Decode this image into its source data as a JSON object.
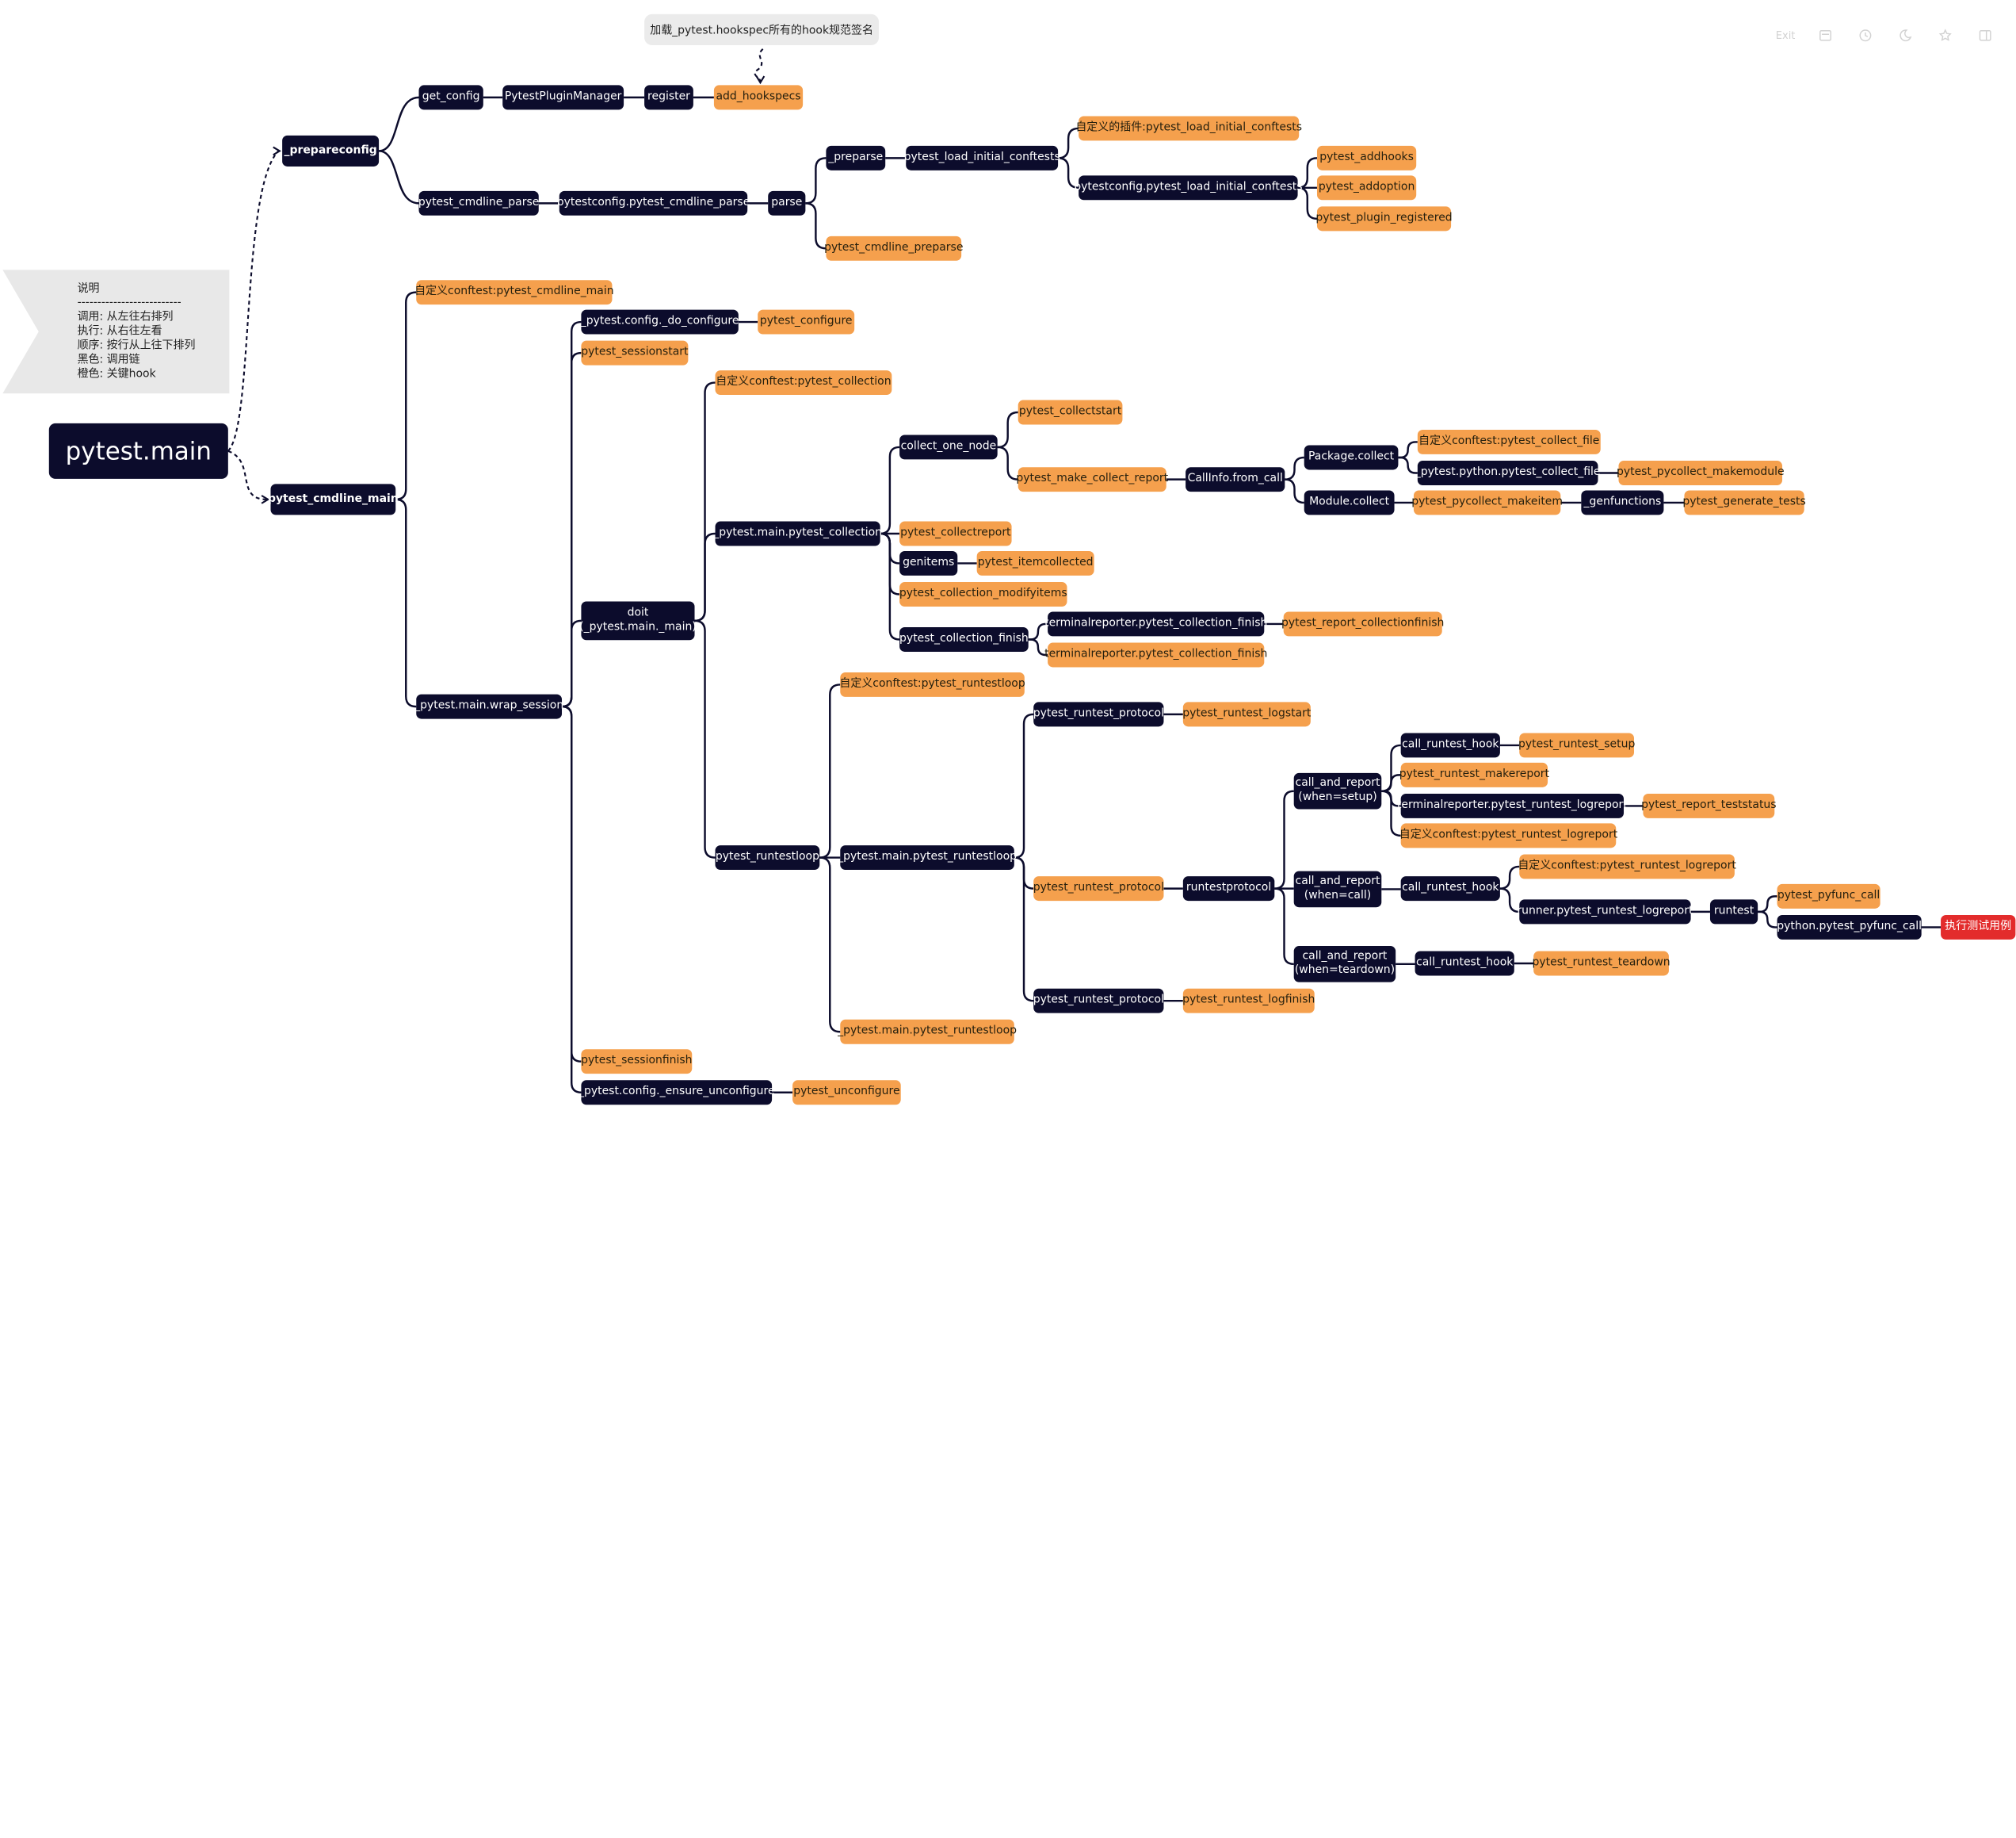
{
  "tooltip": "加载_pytest.hookspec所有的hook规范签名",
  "legend": {
    "title": "说明",
    "rule": "--------------------------",
    "lines": [
      "调用: 从左往右排列",
      "执行: 从右往左看",
      "顺序: 按行从上往下排列",
      "黑色: 调用链",
      "橙色: 关键hook"
    ]
  },
  "toolbar": {
    "exit_label": "Exit",
    "icons": [
      "outline-icon",
      "history-icon",
      "theme-icon",
      "star-icon",
      "panel-icon"
    ]
  },
  "colors": {
    "dark": "#0c0c2c",
    "orange": "#f5a04d",
    "red": "#e32c2c",
    "line": "#0c0c2c"
  },
  "nodes": {
    "root": "pytest.main",
    "prepareconfig": "_prepareconfig",
    "get_config": "get_config",
    "plugin_manager": "PytestPluginManager",
    "register": "register",
    "add_hookspecs": "add_hookspecs",
    "cmdline_parse": "pytest_cmdline_parse",
    "cfg_cmdline_parse": "pytestconfig.pytest_cmdline_parse",
    "parse": "parse",
    "preparse": "_preparse",
    "load_initial": "pytest_load_initial_conftests",
    "custom_plugin_load": "自定义的插件:pytest_load_initial_conftests",
    "cfg_load_initial": "pytestconfig.pytest_load_initial_conftests",
    "addhooks": "pytest_addhooks",
    "addoption": "pytest_addoption",
    "plugin_registered": "pytest_plugin_registered",
    "cmdline_preparse": "pytest_cmdline_preparse",
    "cmdline_main": "pytest_cmdline_main",
    "custom_cmdline_main": "自定义conftest:pytest_cmdline_main",
    "wrap_session": "_pytest.main.wrap_session",
    "do_configure": "_pytest.config._do_configure",
    "configure": "pytest_configure",
    "sessionstart": "pytest_sessionstart",
    "doit": "doit\n(_pytest.main._main)",
    "sessionfinish": "pytest_sessionfinish",
    "ensure_unconfigure": "_pytest.config._ensure_unconfigure",
    "unconfigure": "pytest_unconfigure",
    "custom_collection": "自定义conftest:pytest_collection",
    "main_collection": "_pytest.main.pytest_collection",
    "collect_one_node": "collect_one_node",
    "collectstart": "pytest_collectstart",
    "make_collect_report": "pytest_make_collect_report",
    "callinfo": "CallInfo.from_call",
    "package_collect": "Package.collect",
    "custom_collect_file": "自定义conftest:pytest_collect_file",
    "python_collect_file": "_pytest.python.pytest_collect_file",
    "pycollect_makemodule": "pytest_pycollect_makemodule",
    "module_collect": "Module.collect",
    "pycollect_makeitem": "pytest_pycollect_makeitem",
    "genfunctions": "_genfunctions",
    "generate_tests": "pytest_generate_tests",
    "collectreport": "pytest_collectreport",
    "genitems": "genitems",
    "itemcollected": "pytest_itemcollected",
    "modifyitems": "pytest_collection_modifyitems",
    "collection_finish": "pytest_collection_finish",
    "tr_collection_finish_dark": "terminalreporter.pytest_collection_finish",
    "report_collectionfinish": "pytest_report_collectionfinish",
    "tr_collection_finish_orange": "terminalreporter.pytest_collection_finish",
    "runtestloop": "pytest_runtestloop",
    "custom_runtestloop": "自定义conftest:pytest_runtestloop",
    "main_runtestloop": "_pytest.main.pytest_runtestloop",
    "main_runtestloop_orange": "_pytest.main.pytest_runtestloop",
    "protocol1": "pytest_runtest_protocol",
    "logstart": "pytest_runtest_logstart",
    "protocol2": "pytest_runtest_protocol",
    "runtestprotocol": "runtestprotocol",
    "protocol3": "pytest_runtest_protocol",
    "logfinish": "pytest_runtest_logfinish",
    "car_setup": "call_and_report\n(when=setup)",
    "call_hook1": "call_runtest_hook",
    "runtest_setup": "pytest_runtest_setup",
    "makereport": "pytest_runtest_makereport",
    "tr_logreport": "terminalreporter.pytest_runtest_logreport",
    "report_teststatus": "pytest_report_teststatus",
    "custom_logreport1": "自定义conftest:pytest_runtest_logreport",
    "car_call": "call_and_report\n(when=call)",
    "call_hook2": "call_runtest_hook",
    "custom_logreport2": "自定义conftest:pytest_runtest_logreport",
    "runner_logreport": "runner.pytest_runtest_logreport",
    "runtest": "runtest",
    "pyfunc_call": "pytest_pyfunc_call",
    "python_pyfunc_call": "python.pytest_pyfunc_call",
    "exec_test": "执行测试用例",
    "car_teardown": "call_and_report\n(when=teardown)",
    "call_hook3": "call_runtest_hook",
    "runtest_teardown": "pytest_runtest_teardown"
  }
}
